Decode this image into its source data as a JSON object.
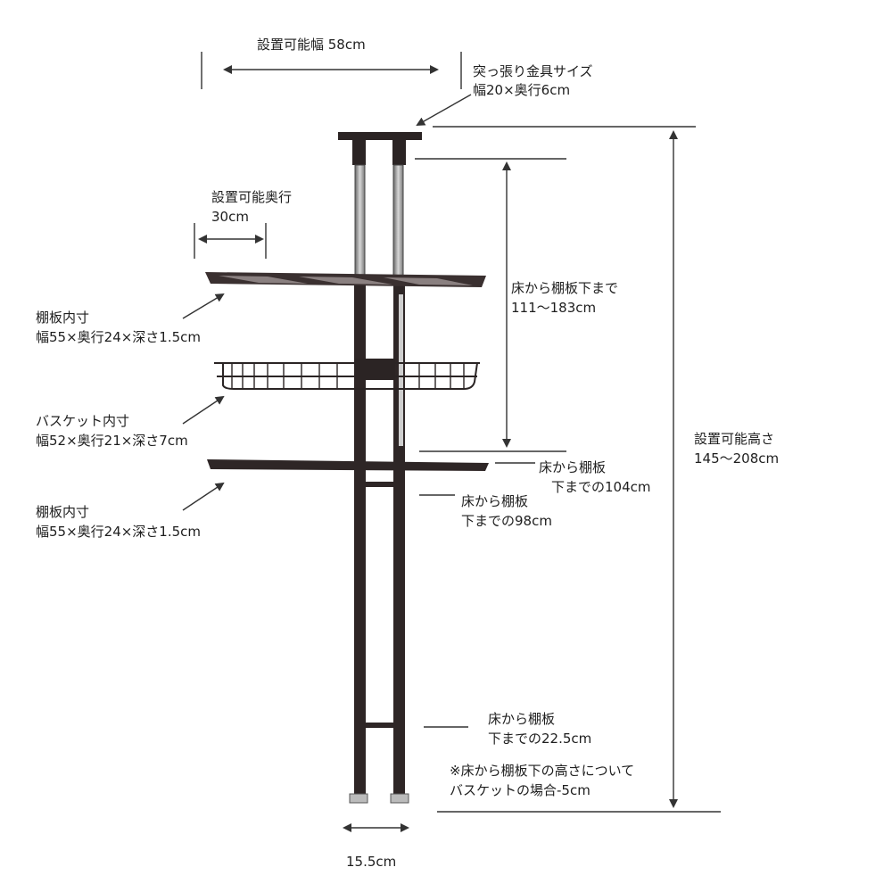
{
  "labels": {
    "install_width": "設置可能幅 58cm",
    "bracket_title": "突っ張り金具サイズ",
    "bracket_size": "幅20×奥行6cm",
    "install_depth_title": "設置可能奥行",
    "install_depth_value": "30cm",
    "floor_to_shelf_range_title": "床から棚板下まで",
    "floor_to_shelf_range_value": "111～183cm",
    "top_shelf_title": "棚板内寸",
    "top_shelf_size": "幅55×奥行24×深さ1.5cm",
    "basket_title": "バスケット内寸",
    "basket_size": "幅52×奥行21×深さ7cm",
    "mid_shelf_104_title": "床から棚板",
    "mid_shelf_104_value": "下までの104cm",
    "mid_shelf_98_title": "床から棚板",
    "mid_shelf_98_value": "下までの98cm",
    "lower_shelf_title": "棚板内寸",
    "lower_shelf_size": "幅55×奥行24×深さ1.5cm",
    "install_height_title": "設置可能高さ",
    "install_height_value": "145～208cm",
    "bottom_rung_title": "床から棚板",
    "bottom_rung_value": "下までの22.5cm",
    "note_line1": "※床から棚板下の高さについて",
    "note_line2": "バスケットの場合-5cm",
    "base_width": "15.5cm"
  }
}
